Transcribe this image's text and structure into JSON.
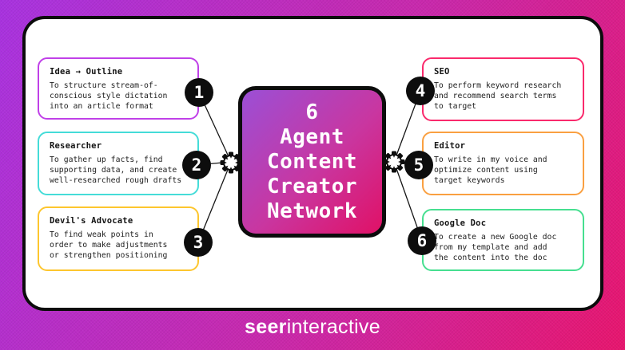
{
  "page": {
    "background_gradient": [
      "#a832e0",
      "#e8156e"
    ],
    "panel_color": "#ffffff"
  },
  "center": {
    "lines": [
      "6",
      "Agent",
      "Content",
      "Creator",
      "Network"
    ],
    "gradient": [
      "#9b4fd6",
      "#e01166"
    ],
    "text_color": "#ffffff"
  },
  "agents": [
    {
      "num": "1",
      "name": "Idea → Outline",
      "desc": "To structure stream-of-\nconscious style dictation\ninto an article format",
      "accent": "#c040e8"
    },
    {
      "num": "2",
      "name": "Researcher",
      "desc": "To gather up facts, find\nsupporting data, and create\nwell-researched rough drafts",
      "accent": "#45dcd8"
    },
    {
      "num": "3",
      "name": "Devil's Advocate",
      "desc": "To find weak points in\norder to make adjustments\nor strengthen positioning",
      "accent": "#fdc62e"
    },
    {
      "num": "4",
      "name": "SEO",
      "desc": "To perform keyword research\nand recommend search terms\nto target",
      "accent": "#fa2a6c"
    },
    {
      "num": "5",
      "name": "Editor",
      "desc": "To write in my voice and\noptimize content using\ntarget keywords",
      "accent": "#faa041"
    },
    {
      "num": "6",
      "name": "Google Doc",
      "desc": "To create a new Google doc\nfrom my template and add\nthe content into the doc",
      "accent": "#46df90"
    }
  ],
  "footer": {
    "brand_bold": "seer",
    "brand_light": "interactive"
  }
}
